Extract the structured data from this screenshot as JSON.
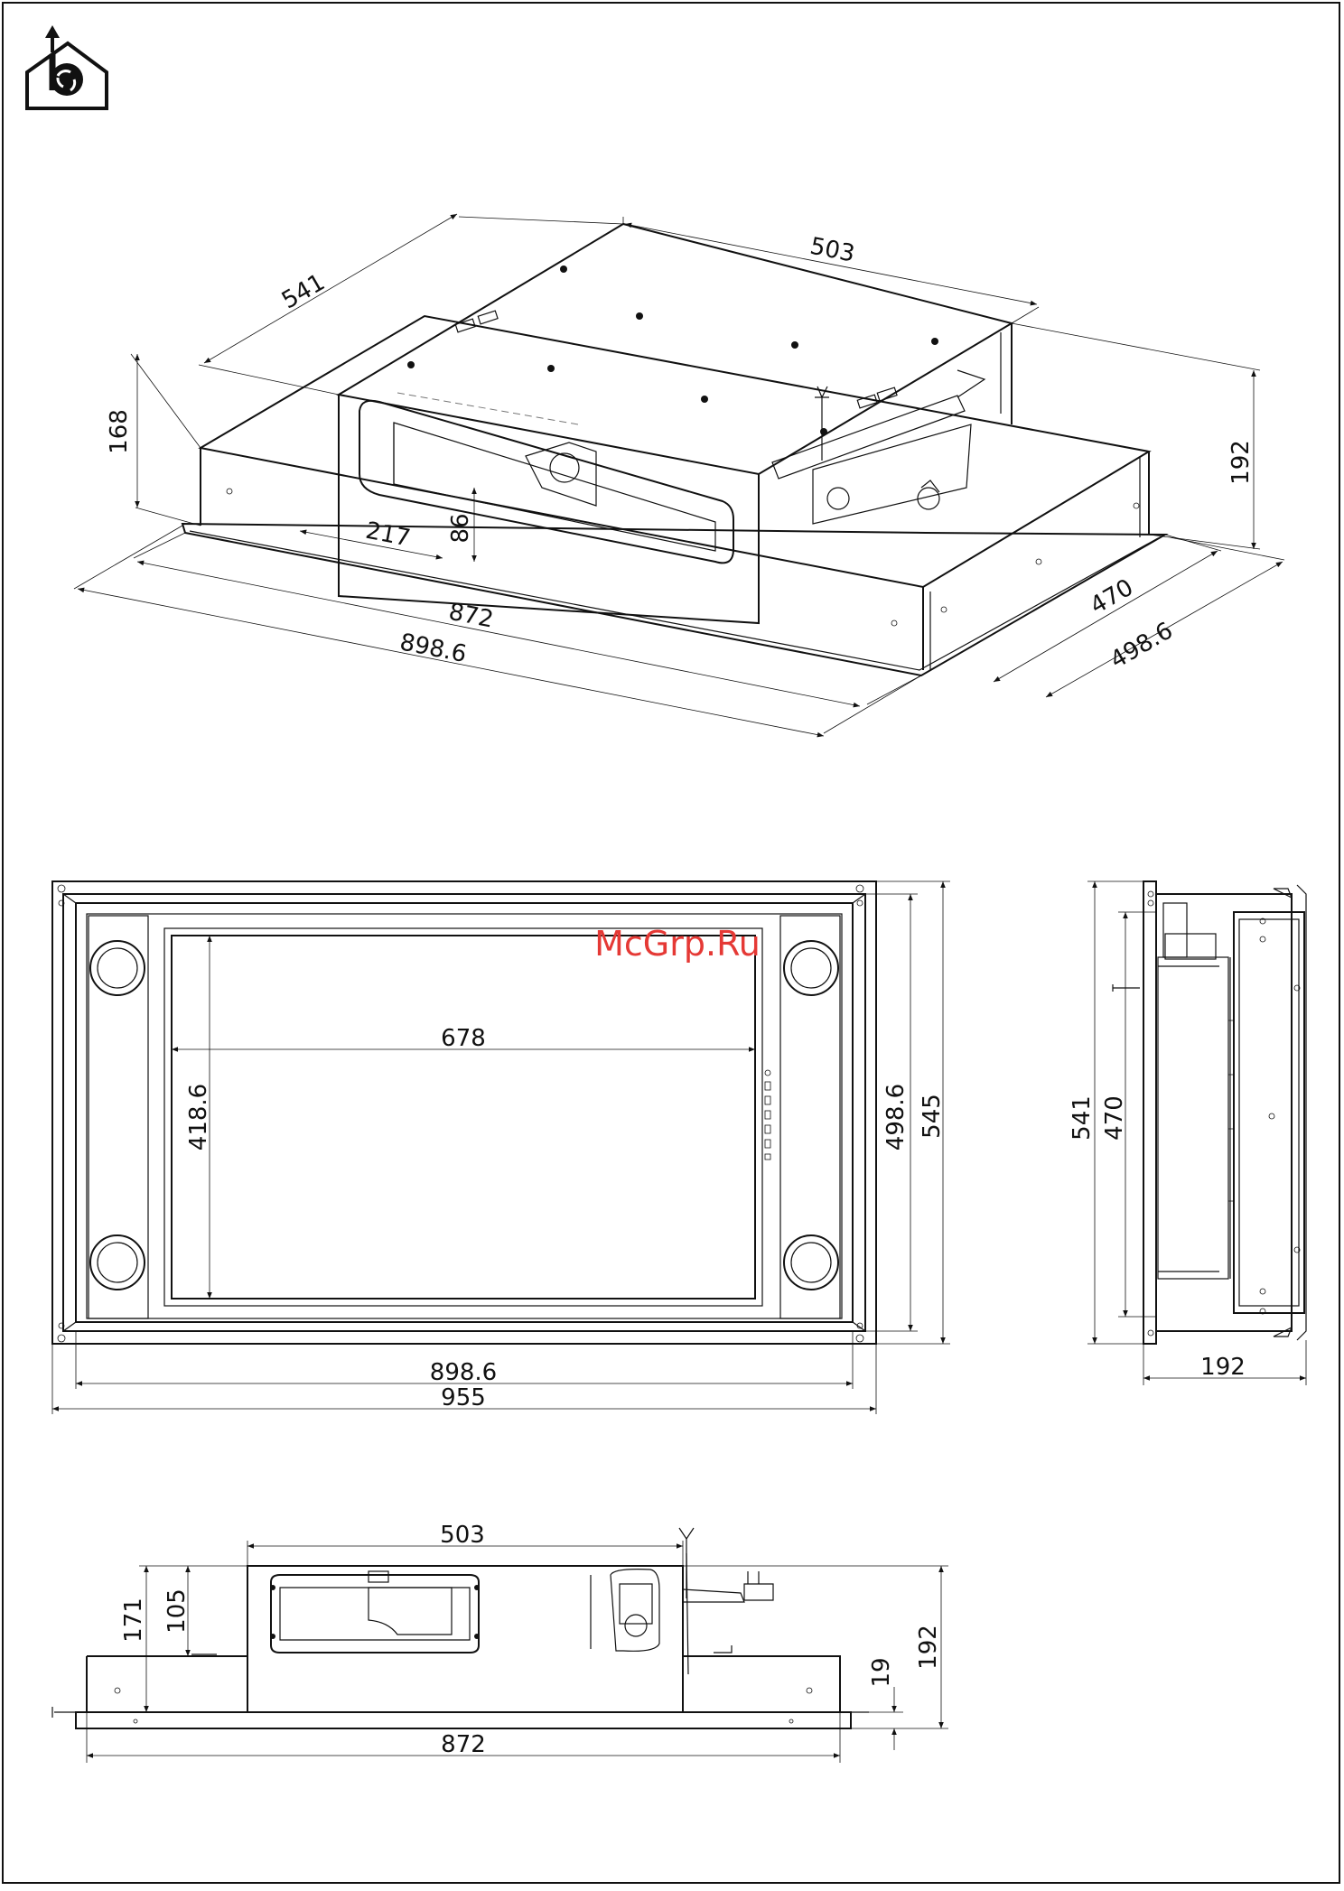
{
  "watermark": "McGrp.Ru",
  "icon": {
    "name": "ducted-extraction-house-icon",
    "color": "#111111"
  },
  "accent_color": "#e53935",
  "isometric_view": {
    "dimensions": {
      "depth_top": "541",
      "width_top": "503",
      "height_left": "168",
      "height_right": "192",
      "duct_offset": "217",
      "duct_height": "86",
      "width_body": "872",
      "width_frame": "898.6",
      "depth_body": "470",
      "depth_frame": "498.6"
    }
  },
  "bottom_view": {
    "dimensions": {
      "glass_width": "678",
      "glass_height": "418.6",
      "frame_depth": "498.6",
      "overall_depth": "545",
      "frame_width": "898.6",
      "overall_width": "955"
    }
  },
  "side_view": {
    "dimensions": {
      "overall_depth": "541",
      "body_depth": "470",
      "height": "192"
    }
  },
  "front_view": {
    "dimensions": {
      "motor_width": "503",
      "height_total_left": "171",
      "motor_height": "105",
      "overall_height": "192",
      "frame_thickness": "19",
      "body_width": "872"
    }
  }
}
